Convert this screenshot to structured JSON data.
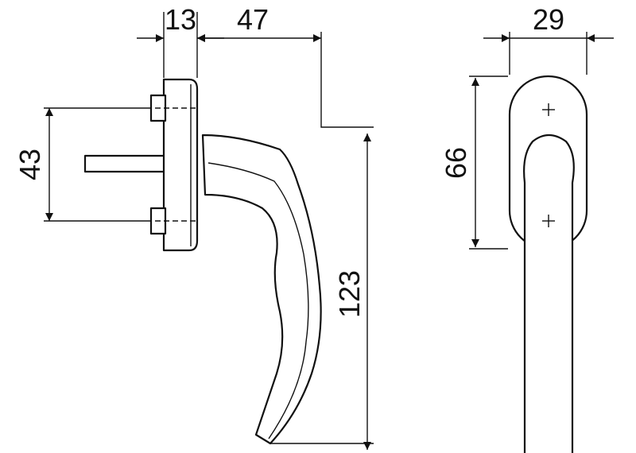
{
  "dimensions": {
    "rose_thickness": "13",
    "handle_projection": "47",
    "rose_width": "29",
    "screw_spacing": "43",
    "rose_height": "66",
    "handle_length": "123"
  },
  "colors": {
    "line": "#111111",
    "background": "#ffffff"
  }
}
